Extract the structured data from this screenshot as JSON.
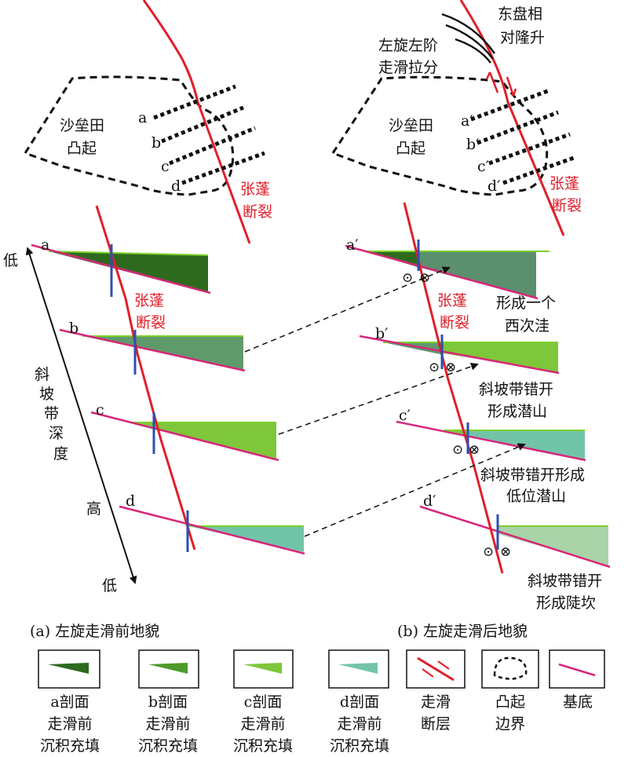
{
  "panel_a": {
    "uplift": [
      "沙垒田",
      "凸起"
    ],
    "fault": [
      "张蓬",
      "断裂"
    ],
    "profiles_map": [
      "a",
      "b",
      "c",
      "d"
    ],
    "profiles": [
      "a",
      "b",
      "c",
      "d"
    ],
    "fault_section": [
      "张蓬",
      "断裂"
    ],
    "depth_label": [
      "斜",
      "坡",
      "带",
      "深",
      "度"
    ],
    "low_top": "低",
    "high": "高",
    "low_bottom": "低",
    "caption": "(a) 左旋走滑前地貌"
  },
  "panel_b": {
    "uplift": [
      "沙垒田",
      "凸起"
    ],
    "fault": [
      "张蓬",
      "断裂"
    ],
    "profiles_map": [
      "a′",
      "b′",
      "c′",
      "d′"
    ],
    "profiles": [
      "a′",
      "b′",
      "c′",
      "d′"
    ],
    "fault_section": [
      "张蓬",
      "断裂"
    ],
    "east_up": [
      "东盘相",
      "对隆升"
    ],
    "pullapart": [
      "左旋左阶",
      "走滑拉分"
    ],
    "note_a": [
      "形成一个",
      "西次洼"
    ],
    "note_b": [
      "斜坡带错开",
      "形成潜山"
    ],
    "note_c": [
      "斜坡带错开形成",
      "低位潜山"
    ],
    "note_d": [
      "斜坡带错开",
      "形成陡坎"
    ],
    "caption": "(b) 左旋走滑后地貌"
  },
  "symbols": {
    "dot": "⊙",
    "cross": "⊗"
  },
  "colors": {
    "fault": "#e0202a",
    "basement": "#d6277a",
    "blue": "#2b4fb3",
    "fill_a": "#2d6a1e",
    "fill_b": "#5f9a6b",
    "fill_c": "#7ec63a",
    "fill_d": "#72c4a8",
    "fill_a2": "#5b8f6e",
    "fill_d2": "#a8d4a8",
    "top_line": "#7ed12a"
  },
  "legend": [
    {
      "lines": [
        "a剖面",
        "走滑前",
        "沉积充填"
      ],
      "icon": "wedge-a"
    },
    {
      "lines": [
        "b剖面",
        "走滑前",
        "沉积充填"
      ],
      "icon": "wedge-b"
    },
    {
      "lines": [
        "c剖面",
        "走滑前",
        "沉积充填"
      ],
      "icon": "wedge-c"
    },
    {
      "lines": [
        "d剖面",
        "走滑前",
        "沉积充填"
      ],
      "icon": "wedge-d"
    },
    {
      "lines": [
        "走滑",
        "断层"
      ],
      "icon": "fault"
    },
    {
      "lines": [
        "凸起",
        "边界"
      ],
      "icon": "boundary"
    },
    {
      "lines": [
        "基底"
      ],
      "icon": "basement"
    }
  ]
}
